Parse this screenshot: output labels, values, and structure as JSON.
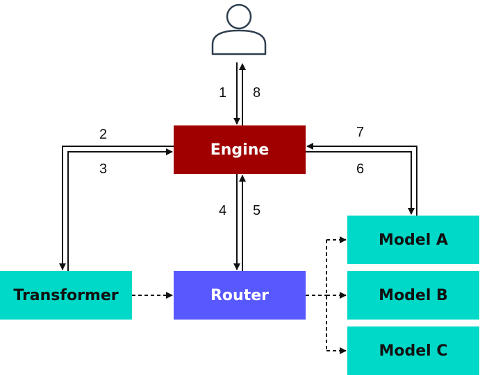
{
  "diagram": {
    "user": {
      "icon": "user-icon"
    },
    "nodes": {
      "engine": {
        "label": "Engine",
        "fill": "#a00000",
        "text_color": "#ffffff"
      },
      "router": {
        "label": "Router",
        "fill": "#5858ff",
        "text_color": "#ffffff"
      },
      "transformer": {
        "label": "Transformer",
        "fill": "#00d9c8",
        "text_color": "#111111"
      },
      "model_a": {
        "label": "Model A",
        "fill": "#00d9c8",
        "text_color": "#111111"
      },
      "model_b": {
        "label": "Model B",
        "fill": "#00d9c8",
        "text_color": "#111111"
      },
      "model_c": {
        "label": "Model C",
        "fill": "#00d9c8",
        "text_color": "#111111"
      }
    },
    "steps": {
      "s1": "1",
      "s2": "2",
      "s3": "3",
      "s4": "4",
      "s5": "5",
      "s6": "6",
      "s7": "7",
      "s8": "8"
    },
    "edges": [
      {
        "from": "user",
        "to": "engine",
        "step": "1",
        "style": "solid"
      },
      {
        "from": "engine",
        "to": "transformer",
        "step": "2",
        "style": "solid"
      },
      {
        "from": "transformer",
        "to": "engine",
        "step": "3",
        "style": "solid"
      },
      {
        "from": "engine",
        "to": "router",
        "step": "4",
        "style": "solid"
      },
      {
        "from": "router",
        "to": "engine",
        "step": "5",
        "style": "solid"
      },
      {
        "from": "engine",
        "to": "model_a",
        "step": "6",
        "style": "solid"
      },
      {
        "from": "model_a",
        "to": "engine",
        "step": "7",
        "style": "solid"
      },
      {
        "from": "engine",
        "to": "user",
        "step": "8",
        "style": "solid"
      },
      {
        "from": "transformer",
        "to": "router",
        "style": "dashed"
      },
      {
        "from": "router",
        "to": "model_a",
        "style": "dashed"
      },
      {
        "from": "router",
        "to": "model_b",
        "style": "dashed"
      },
      {
        "from": "router",
        "to": "model_c",
        "style": "dashed"
      }
    ],
    "colors": {
      "line": "#111111",
      "user_outline": "#2d3e4f"
    }
  }
}
